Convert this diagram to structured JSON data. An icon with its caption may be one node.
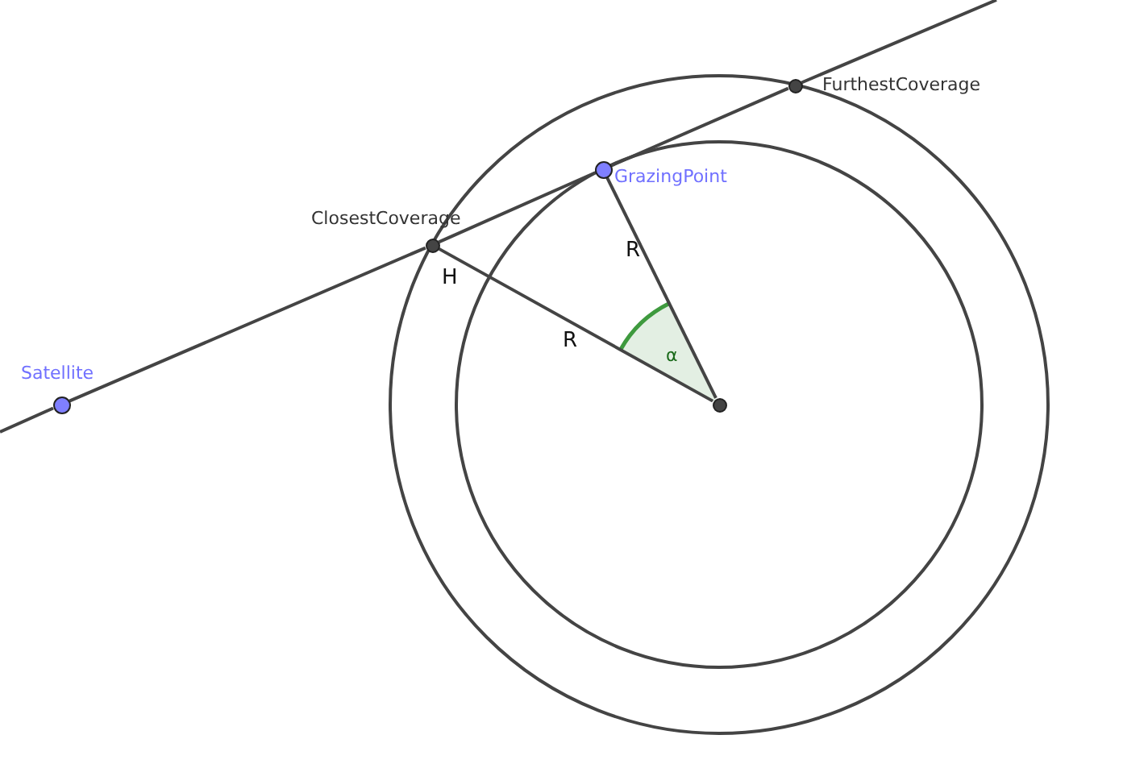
{
  "diagram": {
    "nodes": [
      {
        "text": [
          "Satellite"
        ]
      },
      {
        "text": [
          "ClosestCoverage"
        ]
      },
      {
        "text": [
          "GrazingPoint"
        ]
      },
      {
        "text": [
          "FurthestCoverage"
        ]
      },
      {
        "text": [],
        "shape": "circle"
      }
    ],
    "edges": [
      {
        "from": null,
        "to": 0,
        "arrow": "none"
      },
      {
        "from": 0,
        "to": 1,
        "arrow": "none"
      },
      {
        "from": 1,
        "to": 2,
        "arrow": "none"
      },
      {
        "from": 2,
        "to": 3,
        "arrow": "none"
      },
      {
        "from": 3,
        "to": null,
        "arrow": "none"
      },
      {
        "from": 2,
        "to": 4,
        "arrow": "none",
        "label": "R"
      },
      {
        "from": 1,
        "to": 4,
        "arrow": "none"
      }
    ],
    "labels": [
      "H",
      "R",
      "α"
    ]
  }
}
